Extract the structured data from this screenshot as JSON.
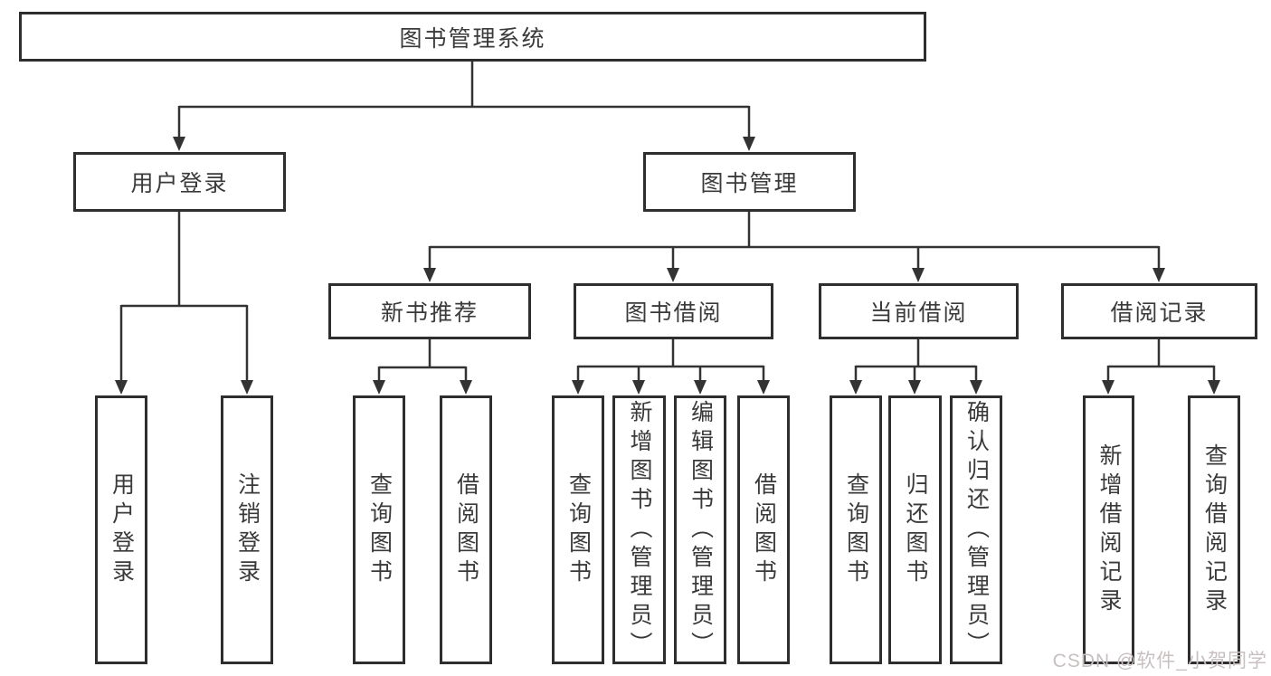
{
  "root": {
    "label": "图书管理系统"
  },
  "level2": {
    "user_login": {
      "label": "用户登录"
    },
    "book_management": {
      "label": "图书管理"
    }
  },
  "level3": {
    "new_book_recommend": {
      "label": "新书推荐"
    },
    "book_borrow": {
      "label": "图书借阅"
    },
    "current_borrow": {
      "label": "当前借阅"
    },
    "borrow_records": {
      "label": "借阅记录"
    }
  },
  "leaves": {
    "user_login": "用户登录",
    "logout": "注销登录",
    "query_books_recommend": "查询图书",
    "borrow_books_recommend": "借阅图书",
    "query_books_borrow": "查询图书",
    "add_books_admin": "新增图书（管理员）",
    "edit_books_admin": "编辑图书（管理员）",
    "borrow_books": "借阅图书",
    "query_books_current": "查询图书",
    "return_books": "归还图书",
    "confirm_return_admin": "确认归还（管理员）",
    "add_borrow_record": "新增借阅记录",
    "query_borrow_record": "查询借阅记录"
  },
  "watermark": "CSDN @软件_小贺同学",
  "colors": {
    "line": "#333333",
    "border": "#2e2e2e",
    "text": "#3a3a3a",
    "watermark": "#c8c0c0",
    "bg": "#ffffff"
  }
}
